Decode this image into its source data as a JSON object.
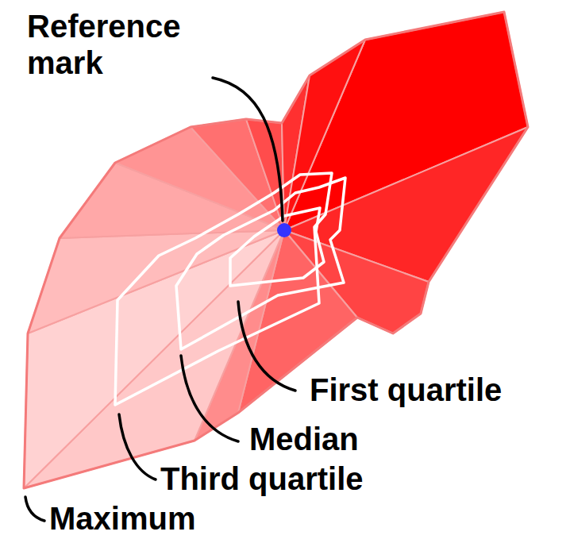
{
  "diagram": {
    "labels": [
      "Reference mark",
      "First quartile",
      "Median",
      "Third quartile",
      "Maximum"
    ]
  }
}
